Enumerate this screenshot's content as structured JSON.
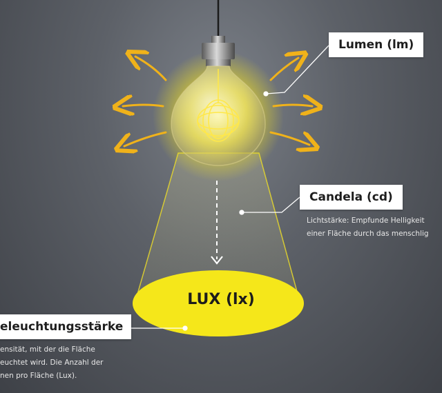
{
  "lumen": {
    "title": "Lumen (lm)"
  },
  "candela": {
    "title": "Candela (cd)",
    "desc_line1": "Lichtstärke: Empfunde Helligkeit",
    "desc_line2": "einer Fläche durch das menschlig"
  },
  "lux": {
    "title": "LUX (lx)"
  },
  "illuminance": {
    "title": "eleuchtungsstärke",
    "desc_line1": "ensität, mit der die Fläche",
    "desc_line2": "euchtet wird. Die Anzahl der",
    "desc_line3": "nen pro Fläche (Lux)."
  },
  "colors": {
    "accent": "#f5e71a",
    "arrow": "#f0b21a",
    "label_bg": "#ffffff"
  }
}
